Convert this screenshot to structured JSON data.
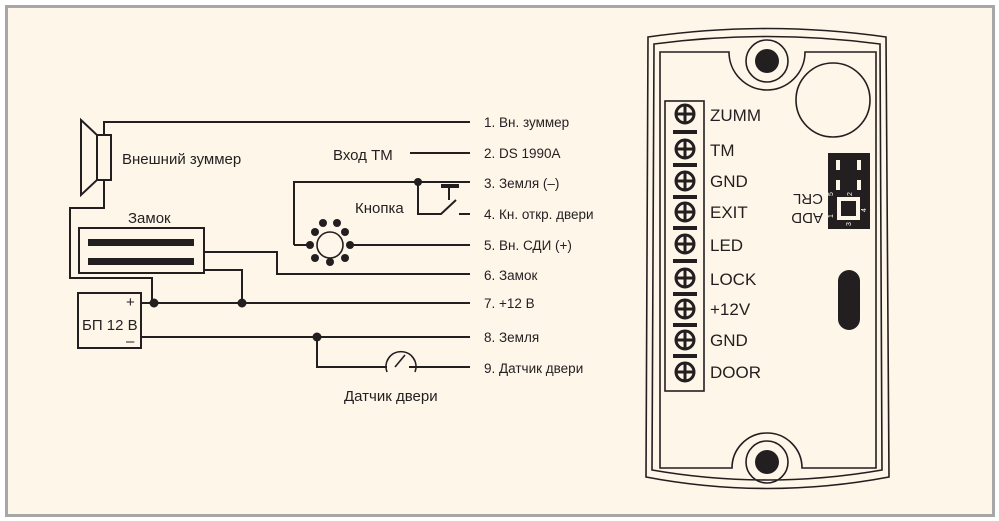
{
  "diagram": {
    "left_labels": {
      "buzzer": "Внешний зуммер",
      "tm_input": "Вход ТМ",
      "button": "Кнопка",
      "lock": "Замок",
      "psu": "БП 12 В",
      "psu_plus": "+",
      "psu_minus": "–",
      "door_sensor": "Датчик двери"
    },
    "pins": [
      "1. Вн. зуммер",
      "2. DS 1990A",
      "3. Земля (–)",
      "4. Кн. откр. двери",
      "5. Вн. СДИ (+)",
      "6. Замок",
      "7. +12 В",
      "8. Земля",
      "9. Датчик двери"
    ],
    "terminals": [
      "ZUMM",
      "TM",
      "GND",
      "EXIT",
      "LED",
      "LOCK",
      "+12V",
      "GND",
      "DOOR"
    ],
    "jumper": {
      "label_top": "CRL",
      "label_bottom": "ADD",
      "pin_numbers": [
        "1",
        "2",
        "3",
        "4",
        "5"
      ]
    },
    "colors": {
      "background": "#fdf6e9",
      "ink": "#231f20",
      "frame": "#a7a7a7"
    }
  }
}
